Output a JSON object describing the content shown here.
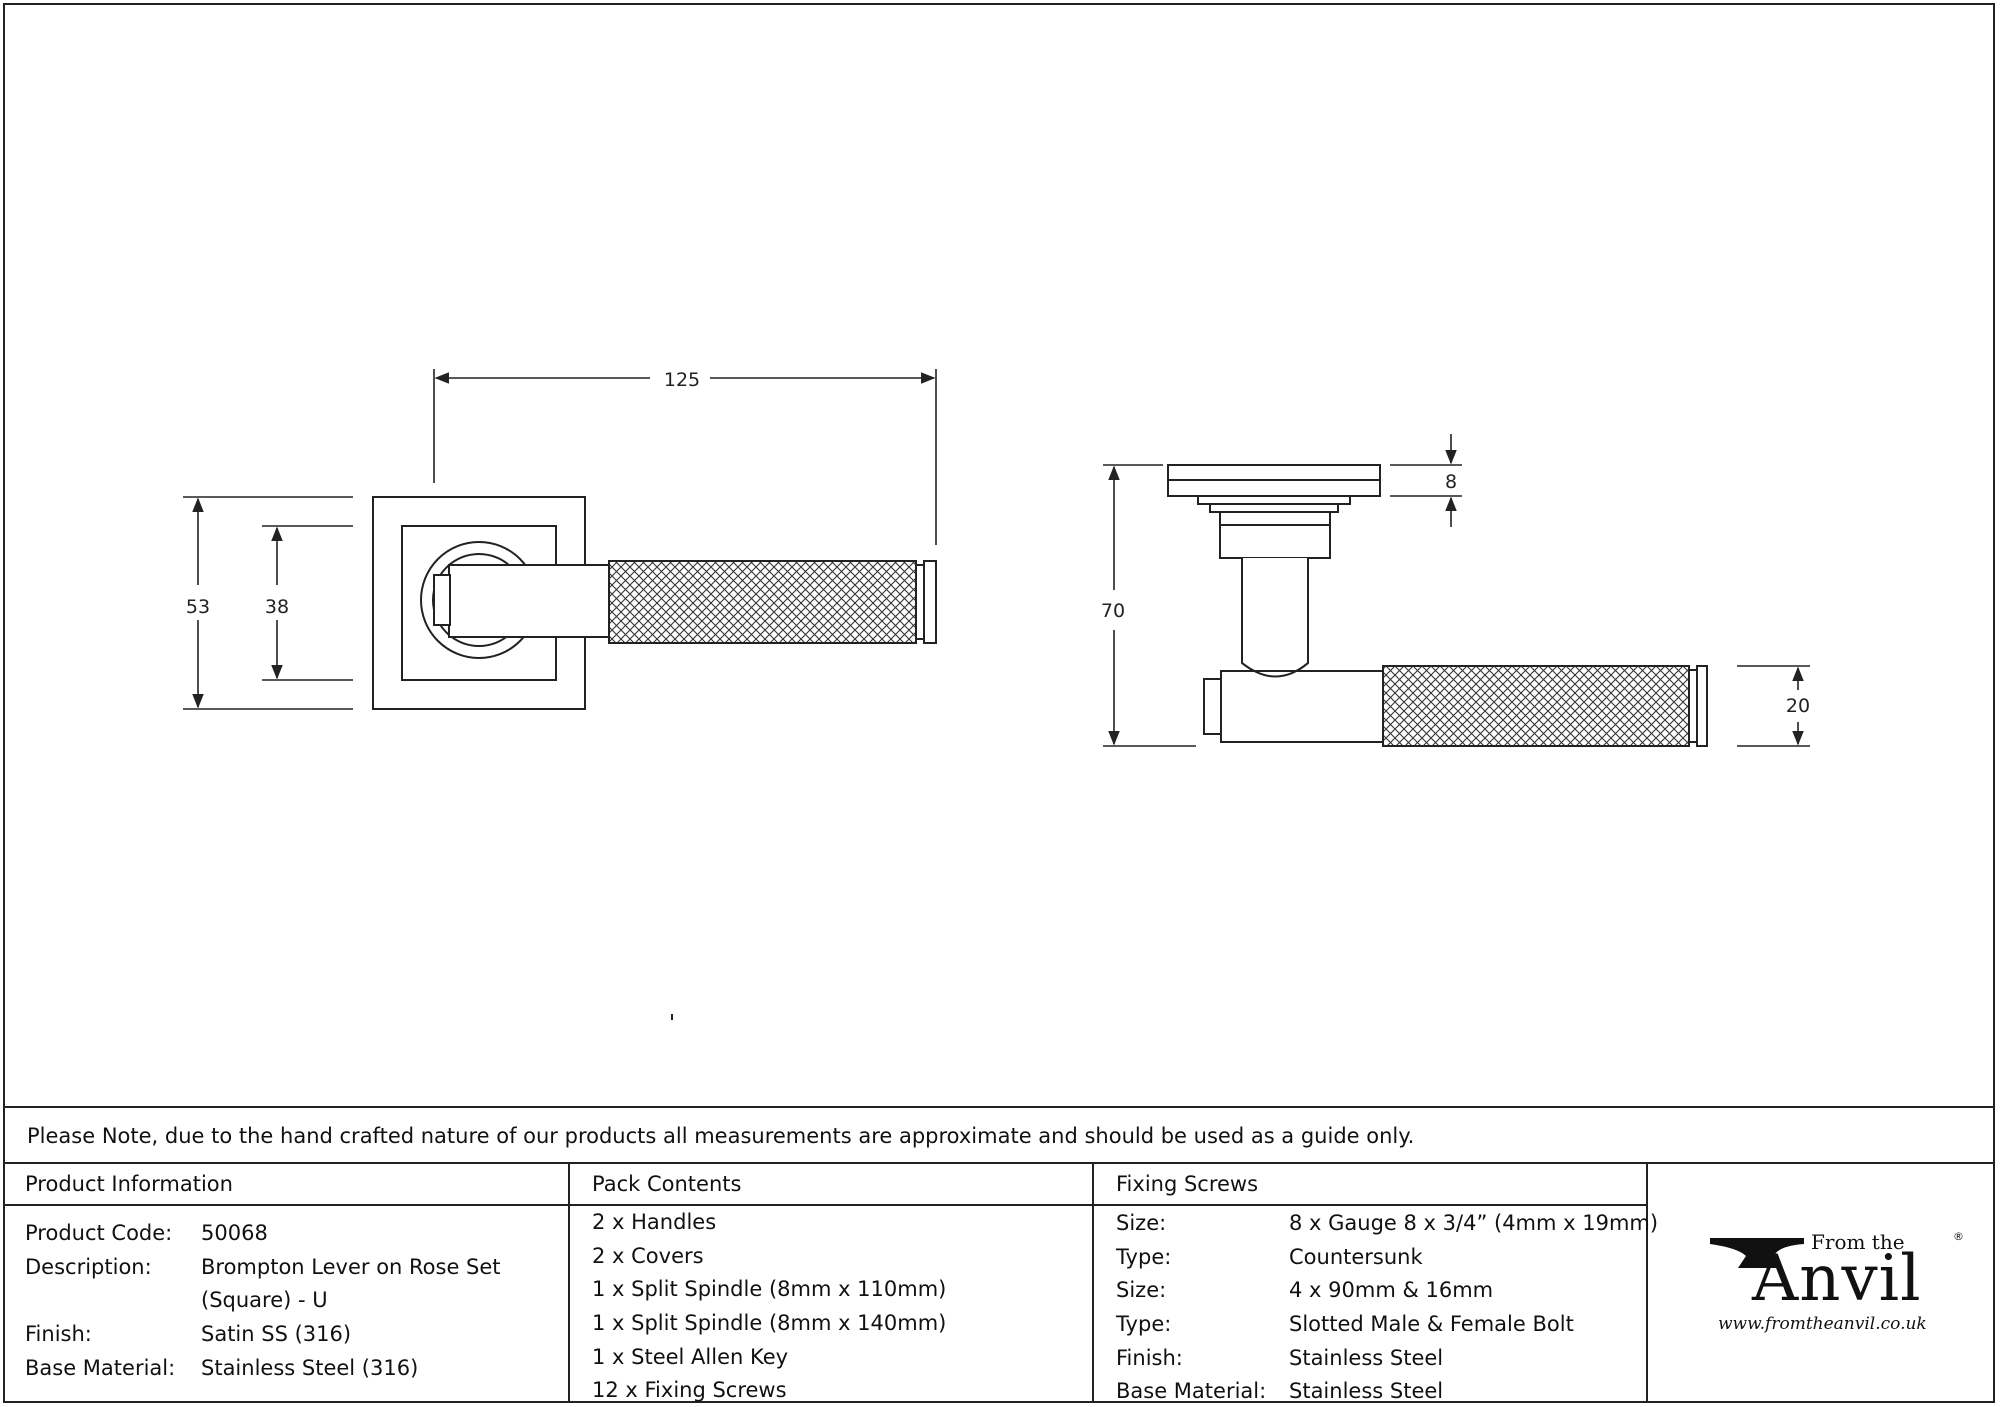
{
  "dimensions": {
    "front_width": "125",
    "front_outer_height": "53",
    "front_inner_height": "38",
    "side_height": "70",
    "side_rose_thickness": "8",
    "side_grip_diameter": "20"
  },
  "note": "Please Note, due to the hand crafted nature of our products all measurements are approximate and should be used as a guide only.",
  "product_info": {
    "heading": "Product Information",
    "rows": [
      {
        "key": "Product Code:",
        "value": "50068"
      },
      {
        "key": "Description:",
        "value": "Brompton Lever on Rose Set"
      },
      {
        "key": "",
        "value": "(Square) - U"
      },
      {
        "key": "Finish:",
        "value": "Satin SS (316)"
      },
      {
        "key": "Base Material:",
        "value": "Stainless Steel (316)"
      }
    ]
  },
  "pack_contents": {
    "heading": "Pack Contents",
    "items": [
      "2 x Handles",
      "2 x Covers",
      "1 x Split Spindle (8mm x 110mm)",
      "1 x Split Spindle (8mm x 140mm)",
      "1 x Steel Allen Key",
      "12 x Fixing Screws"
    ]
  },
  "fixing_screws": {
    "heading": "Fixing Screws",
    "rows": [
      {
        "key": "Size:",
        "value": "8 x Gauge 8 x 3/4” (4mm x 19mm)"
      },
      {
        "key": "Type:",
        "value": "Countersunk"
      },
      {
        "key": "Size:",
        "value": "4 x 90mm & 16mm"
      },
      {
        "key": "Type:",
        "value": "Slotted Male & Female Bolt"
      },
      {
        "key": "Finish:",
        "value": "Stainless Steel"
      },
      {
        "key": "Base Material:",
        "value": "Stainless Steel"
      }
    ]
  },
  "logo": {
    "from_the": "From the",
    "brand": "Anvil",
    "registered": "®",
    "url": "www.fromtheanvil.co.uk"
  }
}
